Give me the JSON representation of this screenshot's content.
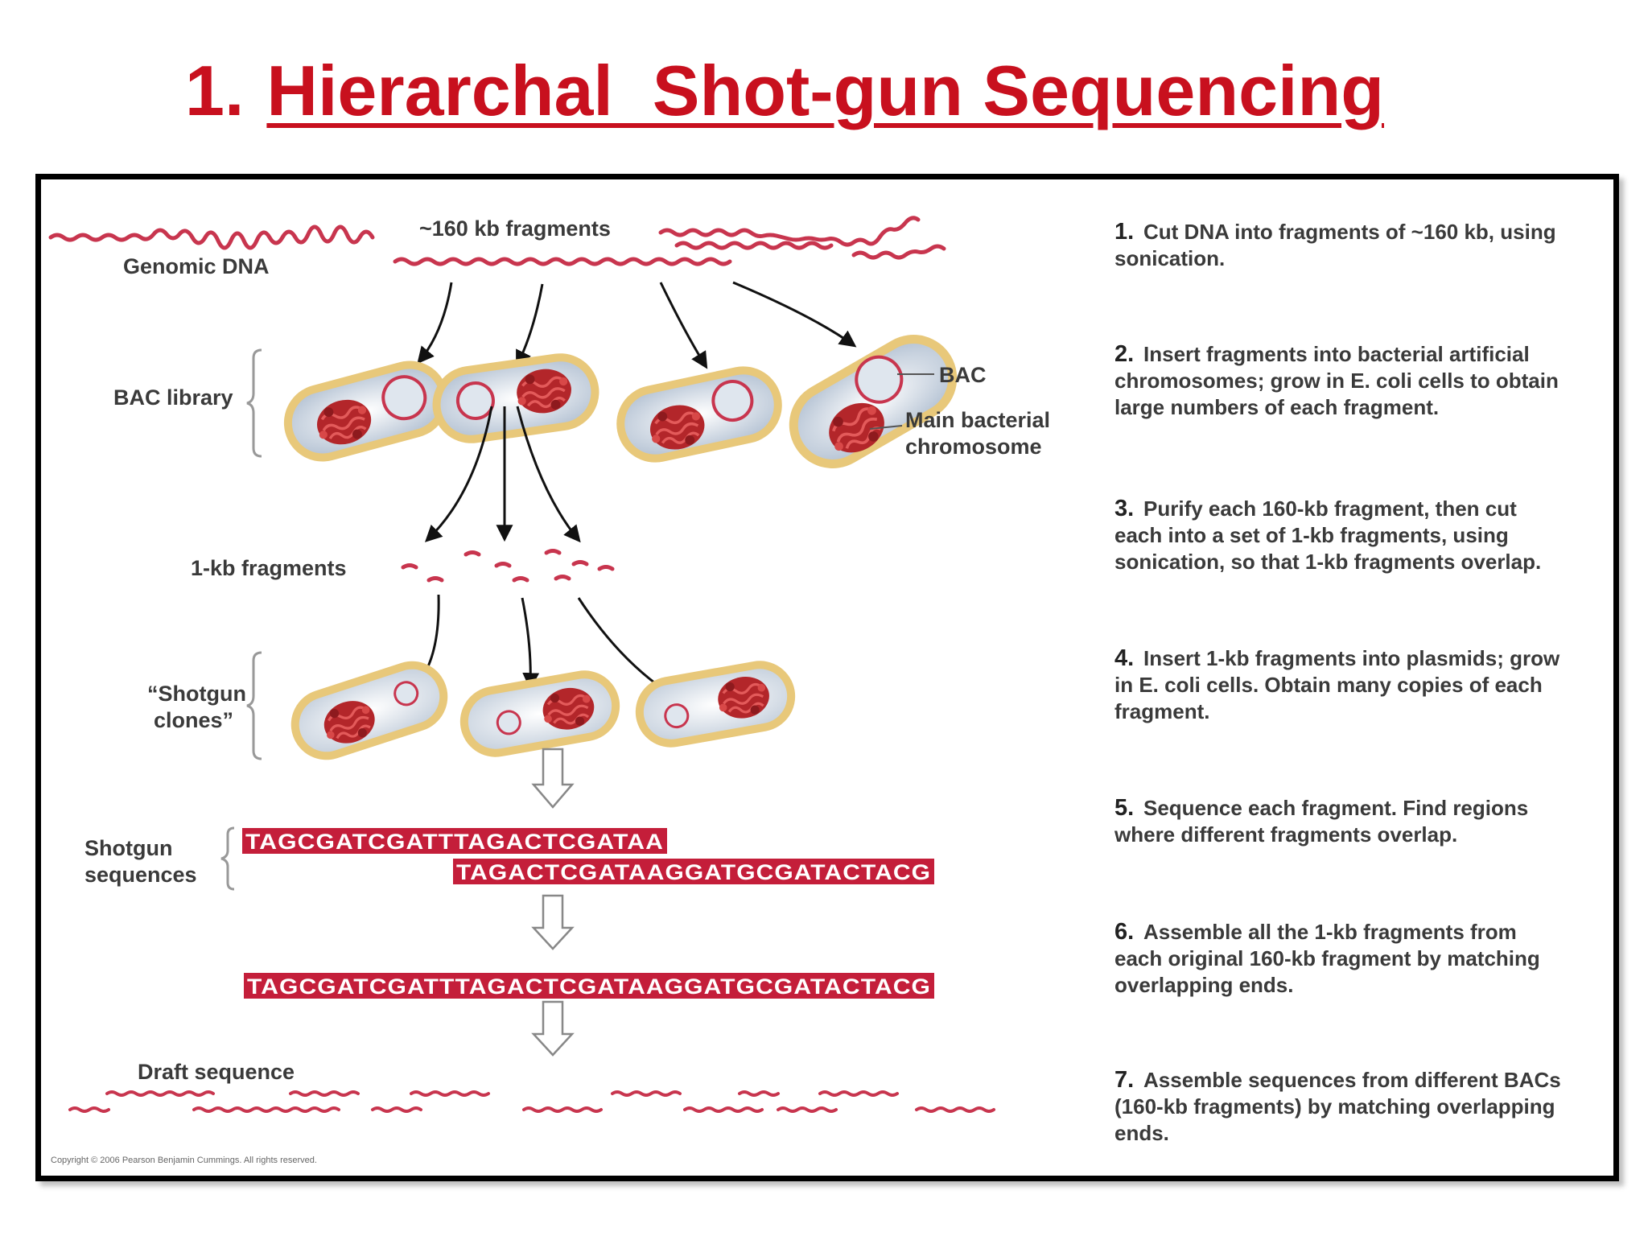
{
  "title": {
    "number": "1.",
    "text": "Hierarchal  Shot-gun Sequencing"
  },
  "colors": {
    "title_red": "#c8101e",
    "dna_red": "#c8354e",
    "sequence_red": "#c41e3a",
    "cell_wall": "#e8c87a",
    "chromosome": "#b3262a"
  },
  "figure": {
    "labels": {
      "fragments_160": "~160 kb fragments",
      "genomic_dna": "Genomic DNA",
      "bac_library": "BAC library",
      "bac": "BAC",
      "main_chromosome_1": "Main bacterial",
      "main_chromosome_2": "chromosome",
      "fragments_1kb": "1-kb fragments",
      "shotgun_clones_1": "“Shotgun",
      "shotgun_clones_2": "clones”",
      "shotgun_seq_1": "Shotgun",
      "shotgun_seq_2": "sequences",
      "draft_sequence": "Draft sequence"
    },
    "sequences": {
      "read_1": "TAGCGATCGATTTAGACTCGATAA",
      "read_2": "TAGACTCGATAAGGATGCGATACTACG",
      "assembled": "TAGCGATCGATTTAGACTCGATAAGGATGCGATACTACG"
    },
    "steps": [
      {
        "number": "1.",
        "lines": [
          "Cut DNA into fragments of ~160 kb, using",
          "sonication."
        ]
      },
      {
        "number": "2.",
        "lines": [
          "Insert fragments into bacterial artificial",
          "chromosomes; grow in E. coli cells to obtain",
          "large numbers of each fragment."
        ]
      },
      {
        "number": "3.",
        "lines": [
          "Purify each 160-kb fragment, then cut",
          "each into a set of 1-kb fragments, using",
          "sonication, so that 1-kb fragments overlap."
        ]
      },
      {
        "number": "4.",
        "lines": [
          "Insert 1-kb fragments into plasmids; grow",
          "in E. coli cells. Obtain many copies of each",
          "fragment."
        ]
      },
      {
        "number": "5.",
        "lines": [
          "Sequence each fragment. Find regions",
          "where different fragments overlap."
        ]
      },
      {
        "number": "6.",
        "lines": [
          "Assemble all the 1-kb fragments from",
          "each original 160-kb fragment by matching",
          "overlapping ends."
        ]
      },
      {
        "number": "7.",
        "lines": [
          "Assemble sequences from different BACs",
          "(160-kb fragments) by matching overlapping",
          "ends."
        ]
      }
    ],
    "copyright": "Copyright © 2006 Pearson Benjamin Cummings. All rights reserved."
  }
}
